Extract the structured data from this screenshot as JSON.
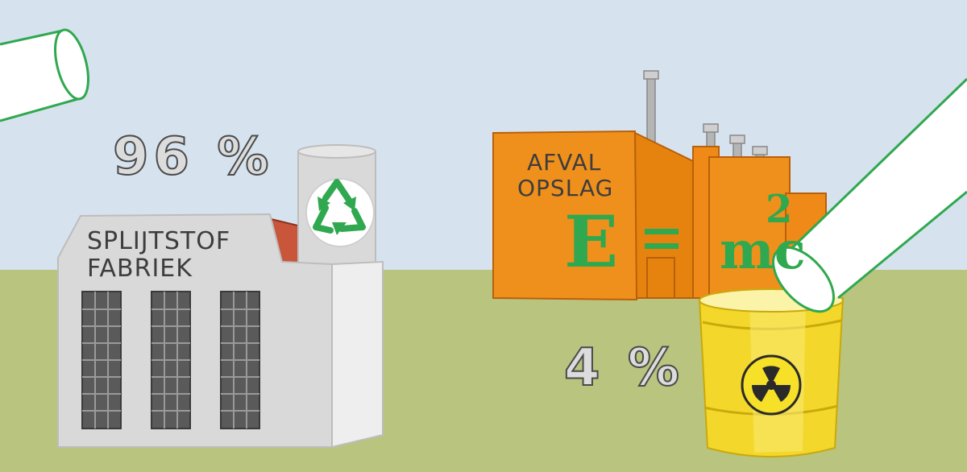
{
  "fuel_factory": {
    "label_line1": "SPLIJTSTOF",
    "label_line2": "FABRIEK",
    "share": "96 %",
    "symbol": "recycle-icon"
  },
  "waste_storage": {
    "label_line1": "AFVAL",
    "label_line2": "OPSLAG",
    "formula_e": "E",
    "formula_eq": "=",
    "formula_mc": "mc",
    "formula_exp": "2",
    "share": "4 %",
    "symbol": "radiation-icon"
  },
  "colors": {
    "sky": "#d6e3ee",
    "grass": "#b9c47f",
    "factory": "#d9d9d9",
    "storage": "#f0901c",
    "barrel": "#f7e028",
    "pipe_outline": "#2fa84f",
    "formula": "#2fa84f"
  }
}
